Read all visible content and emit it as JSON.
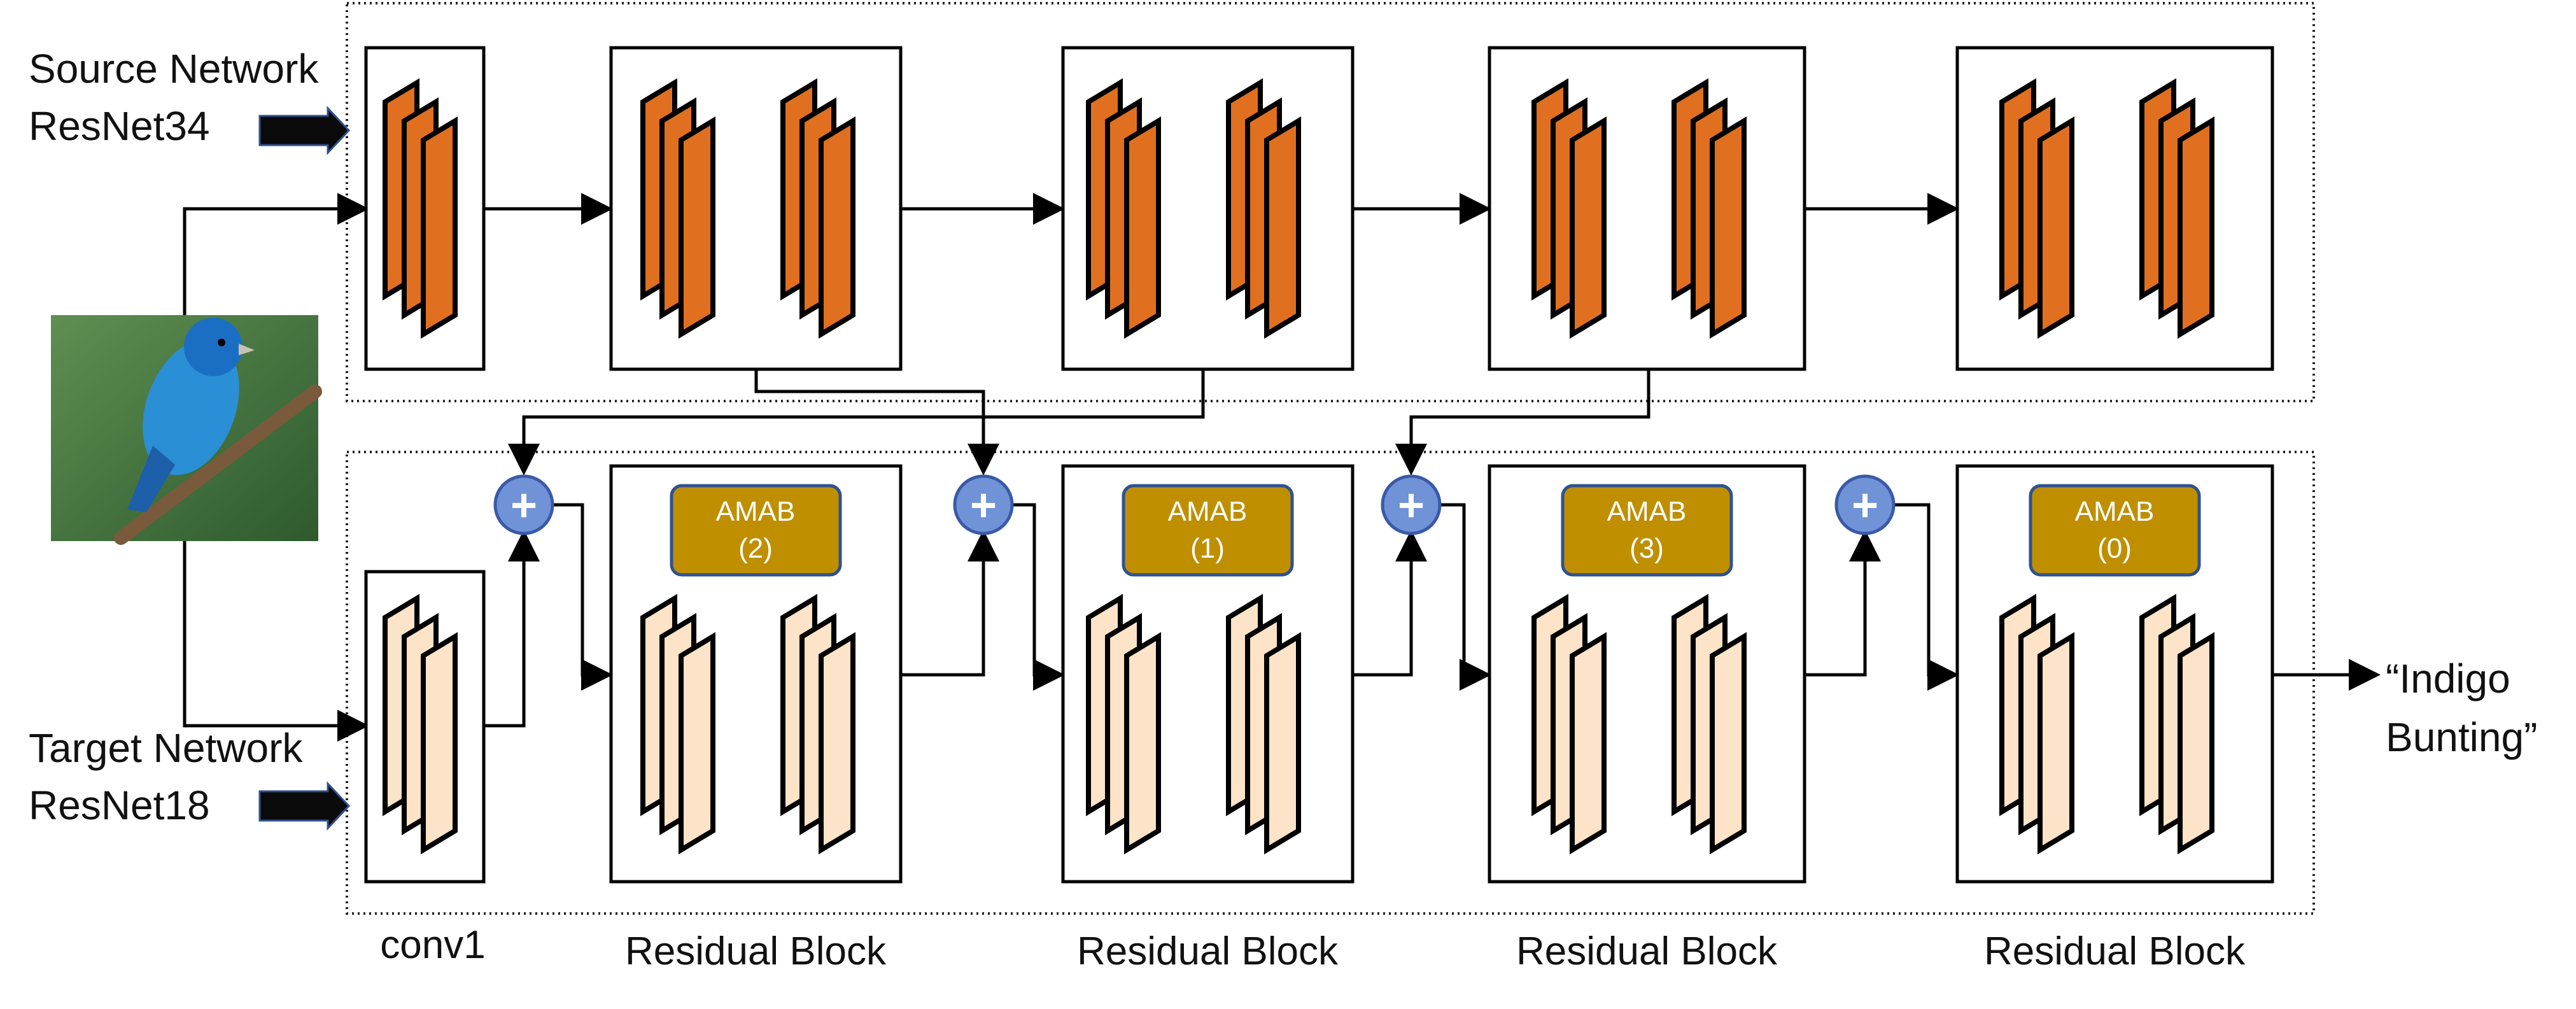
{
  "source": {
    "title": "Source Network",
    "model": "ResNet34"
  },
  "target": {
    "title": "Target Network",
    "model": "ResNet18"
  },
  "output": {
    "line1": "“Indigo",
    "line2": "Bunting”"
  },
  "input_image": {
    "subject": "indigo bunting bird"
  },
  "stage_labels": [
    "conv1",
    "Residual Block",
    "Residual Block",
    "Residual Block",
    "Residual Block"
  ],
  "amab_blocks": [
    {
      "label": "AMAB",
      "index": "(2)"
    },
    {
      "label": "AMAB",
      "index": "(1)"
    },
    {
      "label": "AMAB",
      "index": "(3)"
    },
    {
      "label": "AMAB",
      "index": "(0)"
    }
  ],
  "colors": {
    "source_feature": "#E07020",
    "target_feature": "#FDE3C8",
    "amab_fill": "#BF8F00",
    "amab_border": "#2F528F",
    "fusion_node": "#7092D6",
    "fusion_border": "#3A5AA8"
  }
}
